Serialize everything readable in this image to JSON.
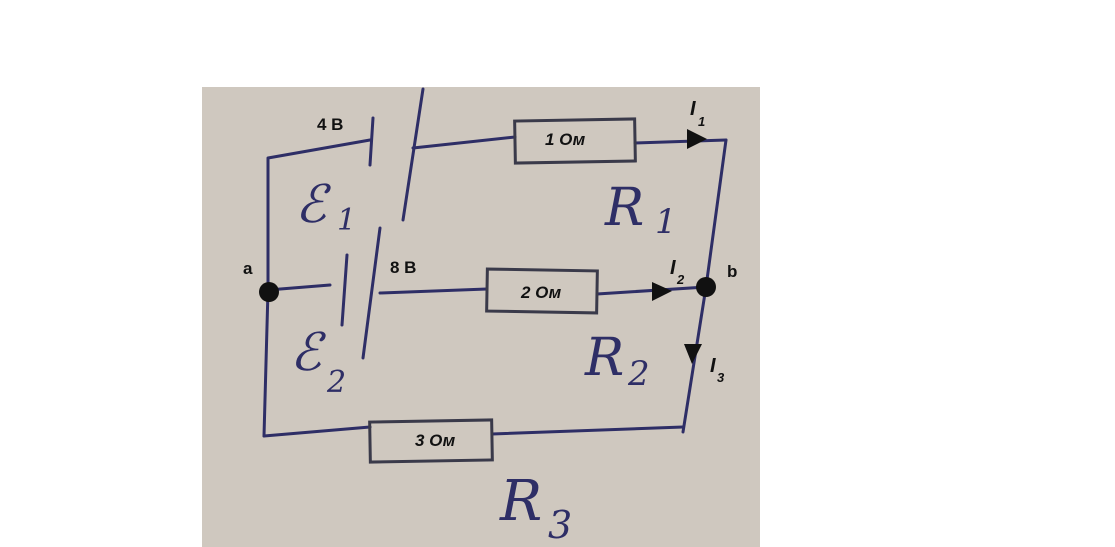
{
  "emf1": {
    "value_label": "4 В",
    "symbol": "ℰ",
    "index": "1"
  },
  "emf2": {
    "value_label": "8 В",
    "symbol": "ℰ",
    "index": "2"
  },
  "r1": {
    "value_label": "1 Ом",
    "symbol": "R",
    "index": "1"
  },
  "r2": {
    "value_label": "2 Ом",
    "symbol": "R",
    "index": "2"
  },
  "r3": {
    "value_label": "3 Ом",
    "symbol": "R",
    "index": "3"
  },
  "currents": {
    "i1": {
      "symbol": "I",
      "index": "1"
    },
    "i2": {
      "symbol": "I",
      "index": "2"
    },
    "i3": {
      "symbol": "I",
      "index": "3"
    }
  },
  "nodes": {
    "a": "a",
    "b": "b"
  },
  "colors": {
    "paper": "#cfc8bf",
    "ink": "#2e2e66",
    "marker": "#111111"
  }
}
